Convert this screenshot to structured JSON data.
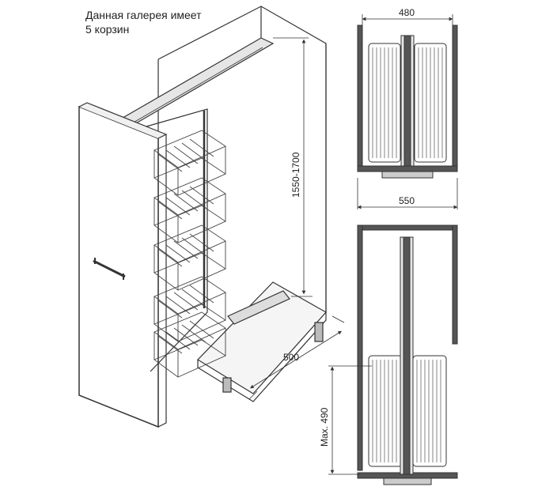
{
  "caption": {
    "line1": "Данная галерея имеет",
    "line2": "5 корзин"
  },
  "dimensions": {
    "height_range": "1550-1700",
    "depth": "500",
    "top_width": "480",
    "outer_width": "550",
    "max_extension": "Max. 490"
  },
  "colors": {
    "line": "#333333",
    "panel": "#555555",
    "baskets": "#444444"
  }
}
